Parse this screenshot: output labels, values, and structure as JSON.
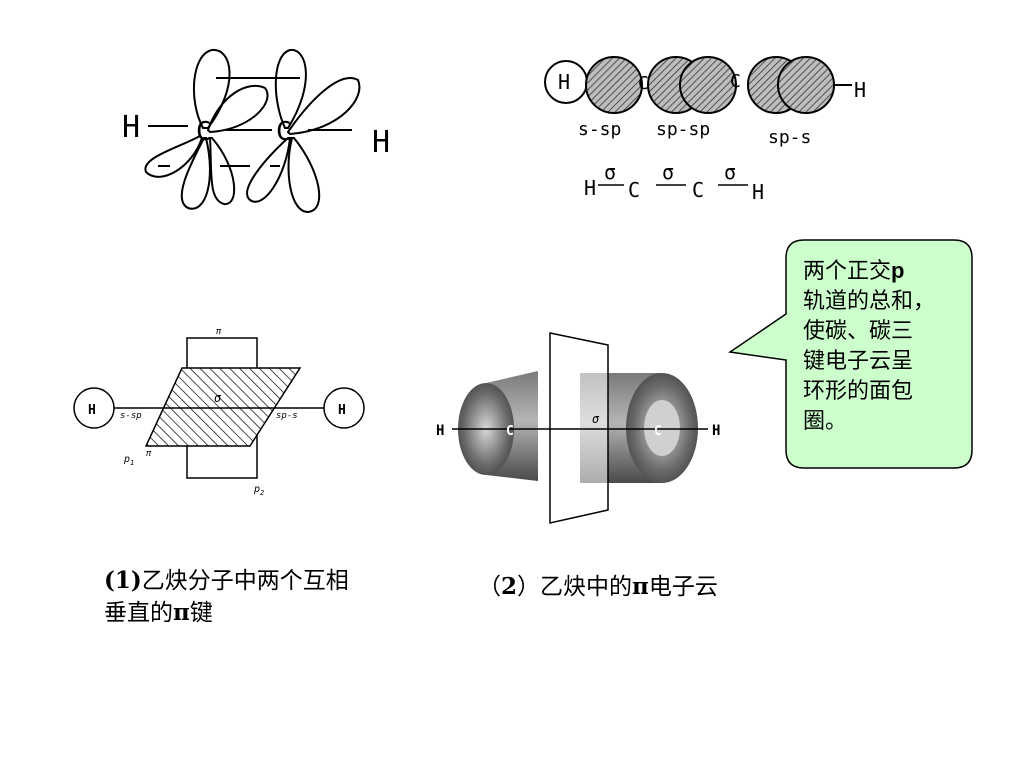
{
  "diagram1": {
    "left_h": "H",
    "right_h": "H",
    "c1": "C",
    "c2": "C"
  },
  "diagram2": {
    "h_left": "H",
    "c1": "C",
    "c2": "C",
    "h_right": "H",
    "labels": [
      "s-sp",
      "sp-sp",
      "sp-s"
    ],
    "sigma_row": {
      "h_left": "H",
      "sigma1": "σ",
      "c1": "C",
      "sigma2": "σ",
      "c2": "C",
      "sigma3": "σ",
      "h_right": "H"
    }
  },
  "diagram3": {
    "h_left": "H",
    "h_right": "H",
    "s_sp": "s-sp",
    "sp_s": "sp-s",
    "sigma": "σ",
    "pi_top": "π",
    "pi_mid": "π",
    "p1": "p",
    "p1_sub": "1",
    "p2": "p",
    "p2_sub": "2"
  },
  "diagram4": {
    "h_left": "H",
    "c1": "C",
    "sigma": "σ",
    "c2": "C",
    "h_right": "H"
  },
  "callout": {
    "lines": [
      "两个正交",
      "轨道的总和，",
      "使碳、碳三",
      "键电子云呈",
      "环形的面包",
      "圈。"
    ],
    "bold_p": "p",
    "fill": "#ccffcc",
    "stroke": "#000000"
  },
  "caption1": {
    "num": "(1)",
    "line1_rest": "乙炔分子中两个互相",
    "line2_pre": "垂直的",
    "pi": "π",
    "line2_post": "键"
  },
  "caption2": {
    "pre": "（",
    "num": "2",
    "mid": "）乙炔中的",
    "pi": "π",
    "post": "电子云"
  }
}
